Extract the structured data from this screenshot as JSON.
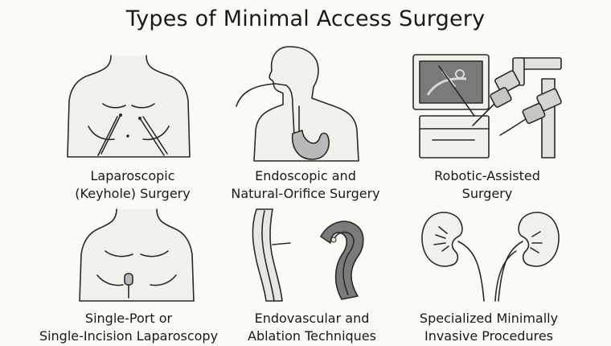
{
  "title": "Types of Minimal Access Surgery",
  "colors": {
    "background": "#fbfaf7",
    "skin": "#f3f1ec",
    "ink": "#2a2a2a",
    "grey_mid": "#b9b9b9",
    "grey_dark": "#7a7a7a"
  },
  "icons": [
    "laparoscopic-torso-icon",
    "endoscope-head-stomach-icon",
    "surgical-robot-icon",
    "single-port-torso-icon",
    "blood-vessel-catheter-icon",
    "kidney-ureter-icon"
  ],
  "cells": [
    {
      "caption": [
        "Laparoscopic",
        "(Keyhole) Surgery"
      ]
    },
    {
      "caption": [
        "Endoscopic and",
        "Natural-Orifice Surgery"
      ]
    },
    {
      "caption": [
        "Robotic-Assisted",
        "Surgery"
      ]
    },
    {
      "caption": [
        "Single-Port or",
        "Single-Incision Laparoscopy"
      ]
    },
    {
      "caption": [
        "Endovascular and",
        "Ablation Techniques"
      ]
    },
    {
      "caption": [
        "Specialized Minimally",
        "Invasive Procedures"
      ]
    }
  ]
}
